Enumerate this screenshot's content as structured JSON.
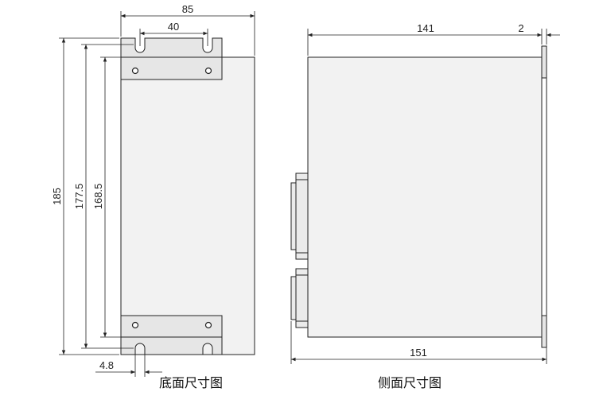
{
  "bottom_view": {
    "caption": "底面尺寸图",
    "dims": {
      "width": "85",
      "slot_pitch": "40",
      "height_total": "185",
      "height_177": "177.5",
      "height_168": "168.5",
      "slot_width": "4.8"
    }
  },
  "side_view": {
    "caption": "侧面尺寸图",
    "dims": {
      "depth": "141",
      "flange": "2",
      "total_depth": "151"
    }
  }
}
